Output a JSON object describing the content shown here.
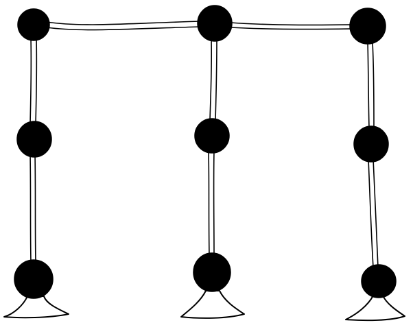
{
  "diagram": {
    "kind": "hand-drawn frame structure",
    "columns": 3,
    "nodes_per_column": 3,
    "has_top_beam": true,
    "has_footings": true,
    "colors": {
      "ink": "#000000",
      "fill": "#ffffff",
      "background": "#ffffff"
    }
  }
}
